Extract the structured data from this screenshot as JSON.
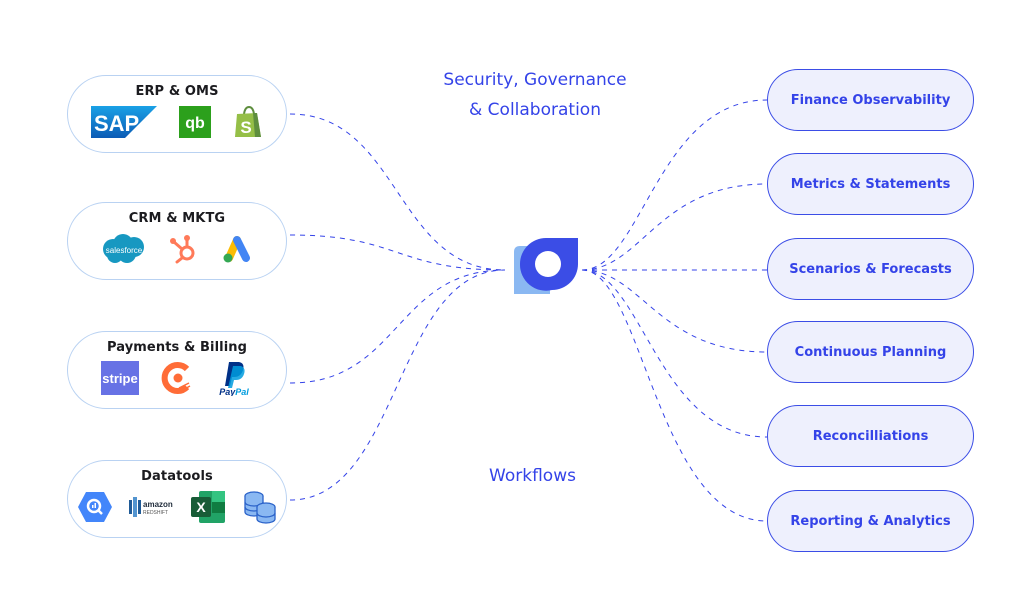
{
  "captions": {
    "security_line1": "Security, Governance",
    "security_line2": "& Collaboration",
    "workflows": "Workflows"
  },
  "colors": {
    "accent": "#3443e8",
    "hub_dark": "#3b4de6",
    "hub_light": "#8ab8f2",
    "source_border": "#b9d2f2",
    "workflow_fill": "#eef0fd",
    "wire": "#3443e8"
  },
  "hub": {
    "icon": "platform-logo-icon"
  },
  "sources": [
    {
      "title": "ERP & OMS",
      "logos": [
        {
          "name": "sap-logo",
          "text": "SAP"
        },
        {
          "name": "quickbooks-logo",
          "text": "qb"
        },
        {
          "name": "shopify-logo",
          "text": "S"
        }
      ]
    },
    {
      "title": "CRM & MKTG",
      "logos": [
        {
          "name": "salesforce-logo",
          "text": "salesforce"
        },
        {
          "name": "hubspot-logo",
          "text": ""
        },
        {
          "name": "google-ads-logo",
          "text": ""
        }
      ]
    },
    {
      "title": "Payments & Billing",
      "logos": [
        {
          "name": "stripe-logo",
          "text": "stripe"
        },
        {
          "name": "chargebee-logo",
          "text": ""
        },
        {
          "name": "paypal-logo",
          "text": "PayPal"
        }
      ]
    },
    {
      "title": "Datatools",
      "logos": [
        {
          "name": "bigquery-logo",
          "text": ""
        },
        {
          "name": "amazon-redshift-logo",
          "text": "amazon",
          "sub": "REDSHIFT"
        },
        {
          "name": "excel-logo",
          "text": "X"
        },
        {
          "name": "database-logo",
          "text": ""
        }
      ]
    }
  ],
  "workflows": [
    {
      "label": "Finance Observability"
    },
    {
      "label": "Metrics & Statements"
    },
    {
      "label": "Scenarios & Forecasts"
    },
    {
      "label": "Continuous Planning"
    },
    {
      "label": "Reconcilliations"
    },
    {
      "label": "Reporting & Analytics"
    }
  ]
}
